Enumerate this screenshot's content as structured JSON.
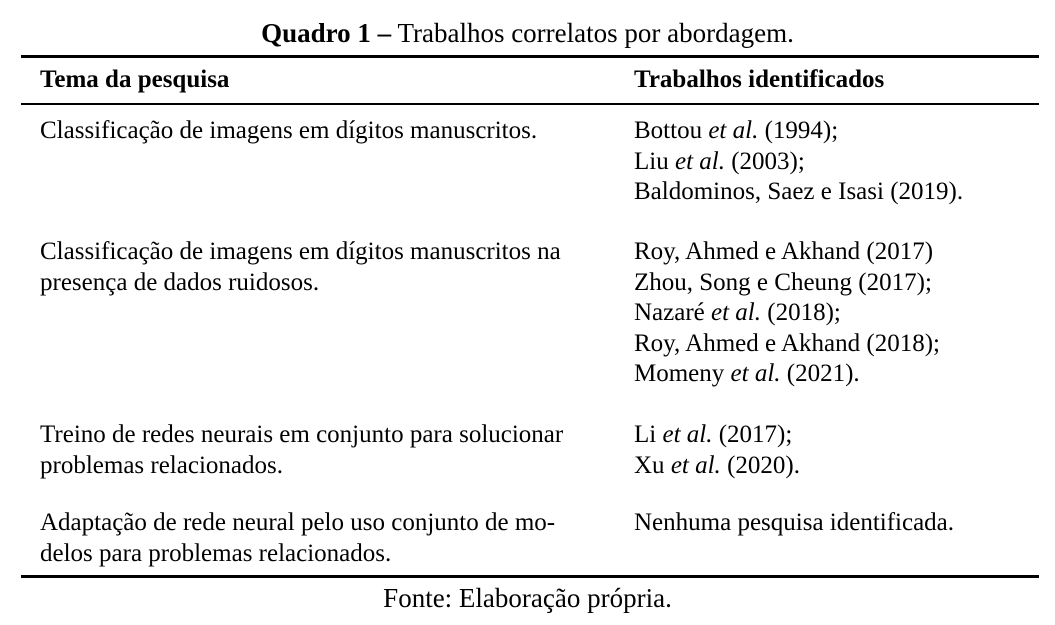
{
  "caption": {
    "label": "Quadro 1 –",
    "title": "Trabalhos correlatos por abordagem."
  },
  "table": {
    "headers": [
      "Tema da pesquisa",
      "Trabalhos identificados"
    ],
    "rows": [
      {
        "theme": [
          "Classificação de imagens em dígitos manuscritos."
        ],
        "works": [
          {
            "author": "Bottou",
            "etal": "et al.",
            "year": "(1994);"
          },
          {
            "author": "Liu",
            "etal": "et al.",
            "year": "(2003);"
          },
          {
            "author": "Baldominos, Saez e Isasi",
            "etal": "",
            "year": "(2019)."
          }
        ]
      },
      {
        "theme": [
          "Classificação de imagens em dígitos manuscritos na",
          "presença de dados ruidosos."
        ],
        "works": [
          {
            "author": "Roy, Ahmed e Akhand",
            "etal": "",
            "year": "(2017)"
          },
          {
            "author": "Zhou, Song e Cheung",
            "etal": "",
            "year": "(2017);"
          },
          {
            "author": "Nazaré",
            "etal": "et al.",
            "year": "(2018);"
          },
          {
            "author": "Roy, Ahmed e Akhand",
            "etal": "",
            "year": "(2018);"
          },
          {
            "author": "Momeny",
            "etal": "et al.",
            "year": "(2021)."
          }
        ]
      },
      {
        "theme": [
          "Treino de redes neurais em conjunto para solucionar",
          "problemas relacionados."
        ],
        "works": [
          {
            "author": "Li",
            "etal": "et al.",
            "year": "(2017);"
          },
          {
            "author": "Xu",
            "etal": "et al.",
            "year": "(2020)."
          }
        ]
      },
      {
        "theme": [
          "Adaptação de rede neural pelo uso conjunto de mo-",
          "delos para problemas relacionados."
        ],
        "works": [
          {
            "author": "Nenhuma pesquisa identificada.",
            "etal": "",
            "year": ""
          }
        ]
      }
    ]
  },
  "source": "Fonte: Elaboração própria."
}
